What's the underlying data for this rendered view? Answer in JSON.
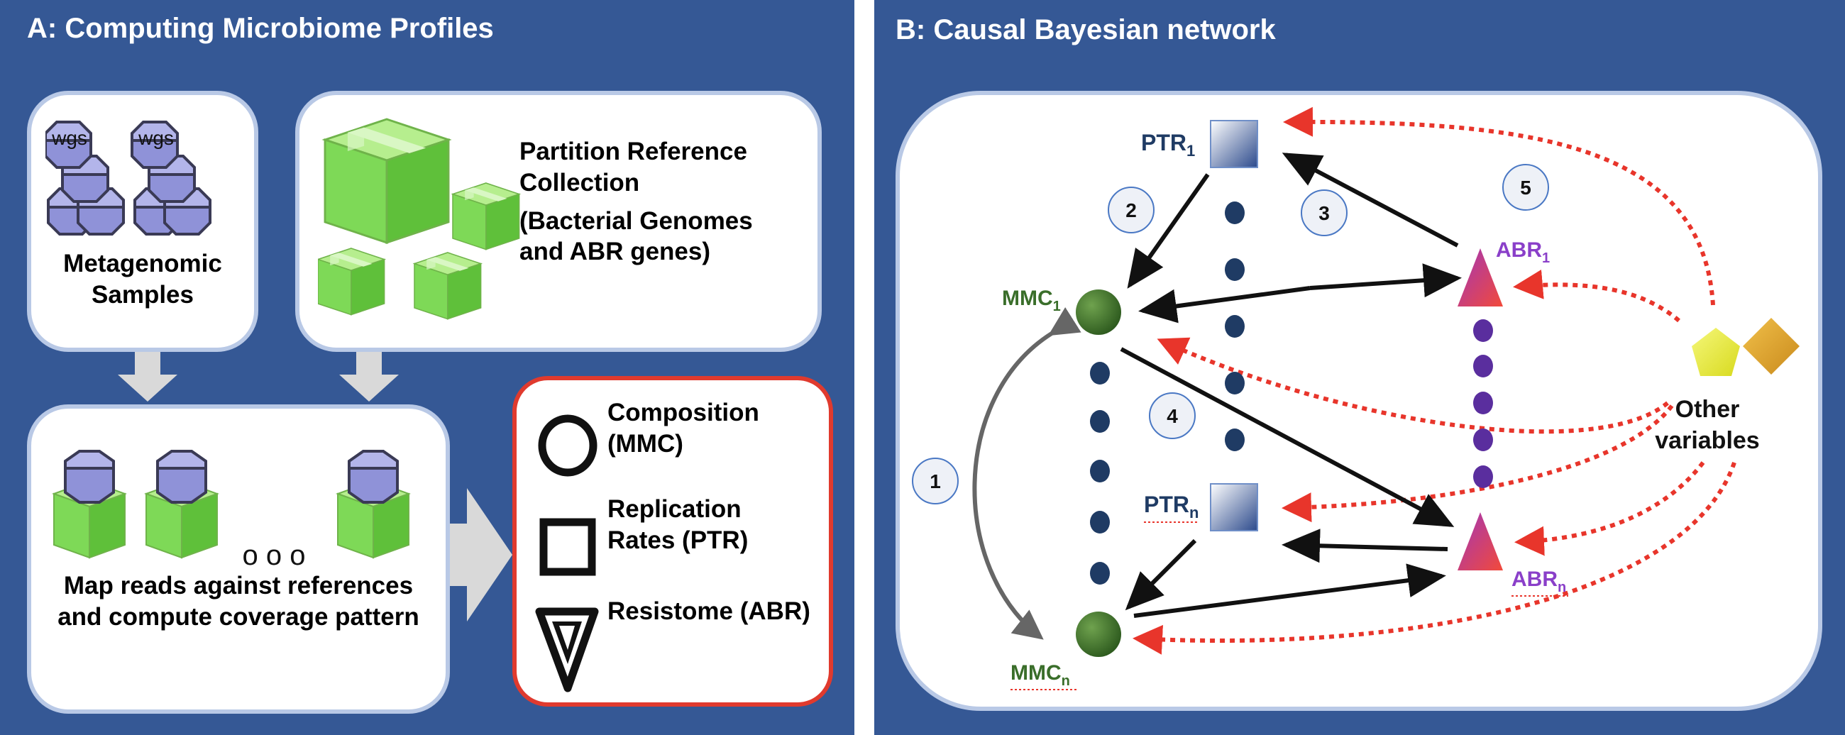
{
  "panel_a": {
    "title": "A: Computing Microbiome Profiles",
    "samples": {
      "tag": "wgs",
      "label_line1": "Metagenomic",
      "label_line2": "Samples"
    },
    "reference": {
      "line1": "Partition Reference",
      "line2": "Collection",
      "line3": "(Bacterial Genomes",
      "line4": "and ABR genes)"
    },
    "mapping": {
      "dots": "o o o",
      "line1": "Map reads against references",
      "line2": "and compute coverage pattern"
    },
    "legend": {
      "composition_1": "Composition",
      "composition_2": "(MMC)",
      "replication_1": "Replication",
      "replication_2": "Rates (PTR)",
      "resistome": "Resistome (ABR)"
    }
  },
  "panel_b": {
    "title": "B: Causal Bayesian network",
    "nodes": {
      "ptr": "PTR",
      "mmc": "MMC",
      "abr": "ABR",
      "sub_1": "1",
      "sub_n": "n",
      "other_1": "Other",
      "other_2": "variables"
    },
    "edge_numbers": [
      "1",
      "2",
      "3",
      "4",
      "5"
    ]
  },
  "colors": {
    "panel_bg": "#355895",
    "box_border": "#b9c9e6",
    "legend_border": "#e03a2e",
    "cube_green": "#7ed957",
    "octagon_lavender": "#9d9ddb",
    "mmc_green": "#3a6e2a",
    "ptr_blue": "#7f9bcf",
    "abr_magenta": "#d43a8a",
    "dashed_red": "#e8352b",
    "node_dots_navy": "#1f3b64",
    "node_dots_purple": "#5a2e9e",
    "pentagon_yellow": "#eef03c",
    "diamond_orange": "#e1a72e"
  }
}
